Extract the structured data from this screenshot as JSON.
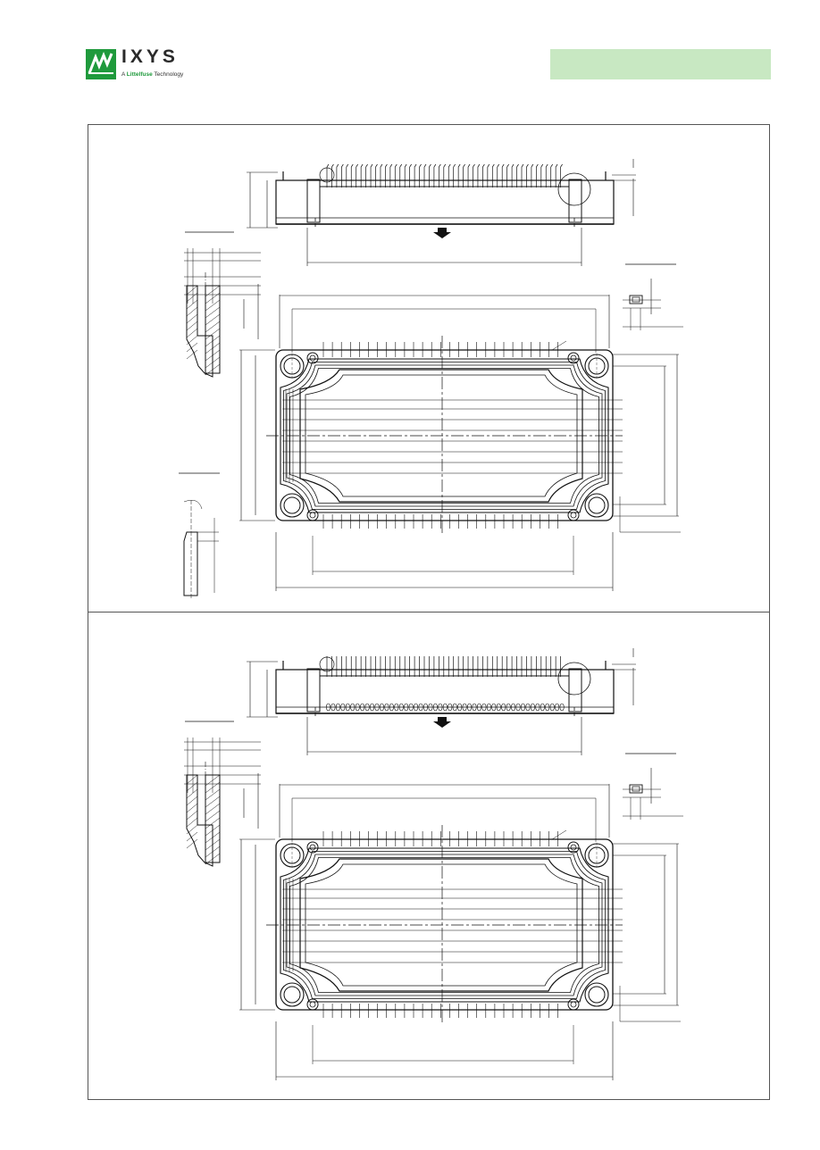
{
  "logo": {
    "name": "IXYS",
    "tagline_prefix": "A ",
    "tagline_brand": "Littelfuse",
    "tagline_suffix": " Technology",
    "brand_color": "#1f9a3c"
  },
  "header_band": {
    "color": "#c8e8c2"
  },
  "colors": {
    "line": "#111111",
    "frame": "#555555"
  }
}
